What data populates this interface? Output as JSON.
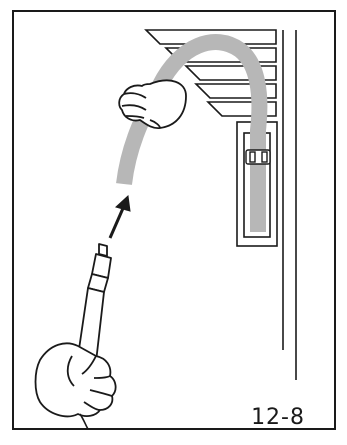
{
  "figure": {
    "label": "12-8"
  },
  "colors": {
    "hose": "#b7b7b7",
    "line": "#1a1a1a",
    "background": "#ffffff"
  },
  "illustration": {
    "elements": [
      "louvered-vent",
      "flexible-hose",
      "hose-bracket",
      "hand-holding-hose",
      "hand-holding-nozzle",
      "upward-arrow",
      "nozzle-wand"
    ]
  }
}
